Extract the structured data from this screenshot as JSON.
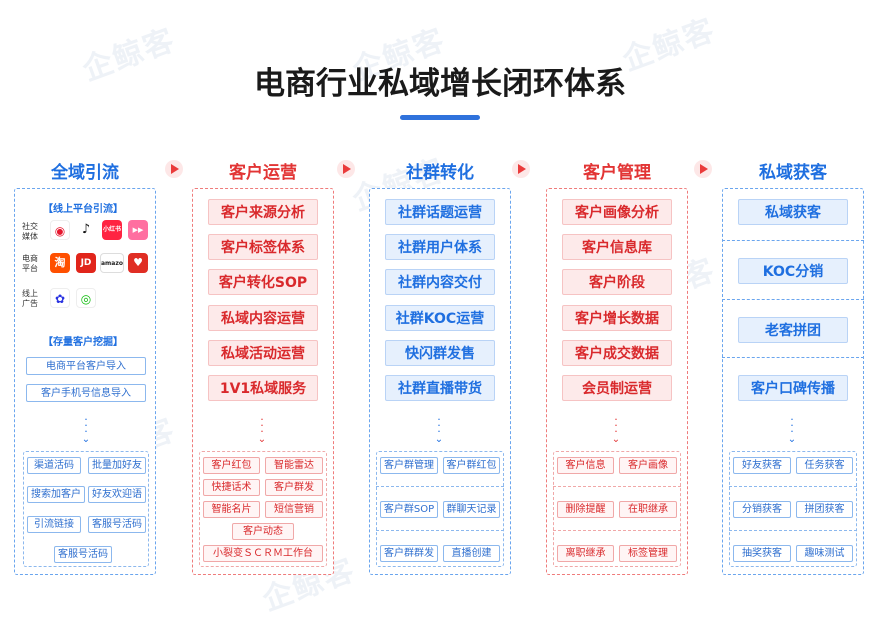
{
  "title": "电商行业私域增长闭环体系",
  "watermark": "企鲸客",
  "columns": {
    "c1": {
      "heading": "全域引流",
      "online_label": "【线上平台引流】",
      "rows": [
        {
          "label": "社交媒体",
          "icons": [
            "weibo-icon",
            "douyin-icon",
            "xiaohongshu-icon",
            "kuaishou-icon"
          ]
        },
        {
          "label": "电商平台",
          "icons": [
            "taobao-icon",
            "jd-icon",
            "amazon-icon",
            "pinduoduo-icon"
          ]
        },
        {
          "label": "线上广告",
          "icons": [
            "baidu-icon",
            "wechat-icon"
          ]
        }
      ],
      "stock_label": "【存量客户挖掘】",
      "stock_items": [
        "电商平台客户导入",
        "客户手机号信息导入"
      ],
      "tools": [
        "渠道活码",
        "批量加好友",
        "搜索加客户",
        "好友欢迎语",
        "引流链接",
        "客服号活码",
        "客服号活码"
      ]
    },
    "c2": {
      "heading": "客户运营",
      "items": [
        "客户来源分析",
        "客户标签体系",
        "客户转化SOP",
        "私域内容运营",
        "私域活动运营",
        "1V1私域服务"
      ],
      "tools": [
        "客户红包",
        "智能雷达",
        "快捷话术",
        "客户群发",
        "智能名片",
        "短信营销",
        "客户动态",
        "小裂变ＳＣＲＭ工作台"
      ]
    },
    "c3": {
      "heading": "社群转化",
      "items": [
        "社群话题运营",
        "社群用户体系",
        "社群内容交付",
        "社群KOC运营",
        "快闪群发售",
        "社群直播带货"
      ],
      "tools": [
        "客户群管理",
        "客户群红包",
        "客户群SOP",
        "群聊天记录",
        "客户群群发",
        "直播创建"
      ]
    },
    "c4": {
      "heading": "客户管理",
      "items": [
        "客户画像分析",
        "客户信息库",
        "客户阶段",
        "客户增长数据",
        "客户成交数据",
        "会员制运营"
      ],
      "tools": [
        "客户信息",
        "客户画像",
        "删除提醒",
        "在职继承",
        "离职继承",
        "标签管理"
      ]
    },
    "c5": {
      "heading": "私域获客",
      "items": [
        "私域获客",
        "KOC分销",
        "老客拼团",
        "客户口碑传播"
      ],
      "tools": [
        "好友获客",
        "任务获客",
        "分销获客",
        "拼团获客",
        "抽奖获客",
        "趣味测试"
      ]
    }
  },
  "colors": {
    "blue": "#1f6fe0",
    "red": "#e23535"
  }
}
